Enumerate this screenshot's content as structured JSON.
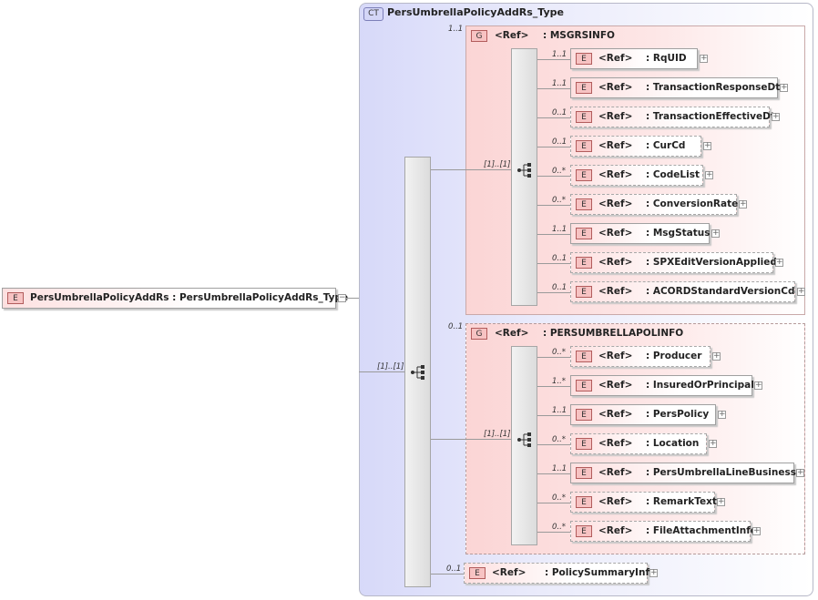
{
  "root": {
    "badge": "E",
    "label": "PersUmbrellaPolicyAddRs : PersUmbrellaPolicyAddRs_Type",
    "seq_card": "[1]..[1]"
  },
  "complex_type": {
    "badge": "CT",
    "name": "PersUmbrellaPolicyAddRs_Type"
  },
  "groups": [
    {
      "badge": "G",
      "ref": "<Ref>",
      "name": ": MSGRSINFO",
      "card": "1..1",
      "seq_card": "[1]..[1]",
      "items": [
        {
          "card": "1..1",
          "ref": "<Ref>",
          "name": ": RqUID"
        },
        {
          "card": "1..1",
          "ref": "<Ref>",
          "name": ": TransactionResponseDt"
        },
        {
          "card": "0..1",
          "ref": "<Ref>",
          "name": ": TransactionEffectiveDt"
        },
        {
          "card": "0..1",
          "ref": "<Ref>",
          "name": ": CurCd"
        },
        {
          "card": "0..*",
          "ref": "<Ref>",
          "name": ": CodeList"
        },
        {
          "card": "0..*",
          "ref": "<Ref>",
          "name": ": ConversionRate"
        },
        {
          "card": "1..1",
          "ref": "<Ref>",
          "name": ": MsgStatus"
        },
        {
          "card": "0..1",
          "ref": "<Ref>",
          "name": ": SPXEditVersionApplied"
        },
        {
          "card": "0..1",
          "ref": "<Ref>",
          "name": ": ACORDStandardVersionCd"
        }
      ]
    },
    {
      "badge": "G",
      "ref": "<Ref>",
      "name": ": PERSUMBRELLAPOLINFO",
      "card": "0..1",
      "seq_card": "[1]..[1]",
      "items": [
        {
          "card": "0..*",
          "ref": "<Ref>",
          "name": ": Producer"
        },
        {
          "card": "1..*",
          "ref": "<Ref>",
          "name": ": InsuredOrPrincipal"
        },
        {
          "card": "1..1",
          "ref": "<Ref>",
          "name": ": PersPolicy"
        },
        {
          "card": "0..*",
          "ref": "<Ref>",
          "name": ": Location"
        },
        {
          "card": "1..1",
          "ref": "<Ref>",
          "name": ": PersUmbrellaLineBusiness"
        },
        {
          "card": "0..*",
          "ref": "<Ref>",
          "name": ": RemarkText"
        },
        {
          "card": "0..*",
          "ref": "<Ref>",
          "name": ": FileAttachmentInfo"
        }
      ]
    }
  ],
  "summary": {
    "badge": "E",
    "card": "0..1",
    "ref": "<Ref>",
    "name": ": PolicySummaryInfo"
  }
}
